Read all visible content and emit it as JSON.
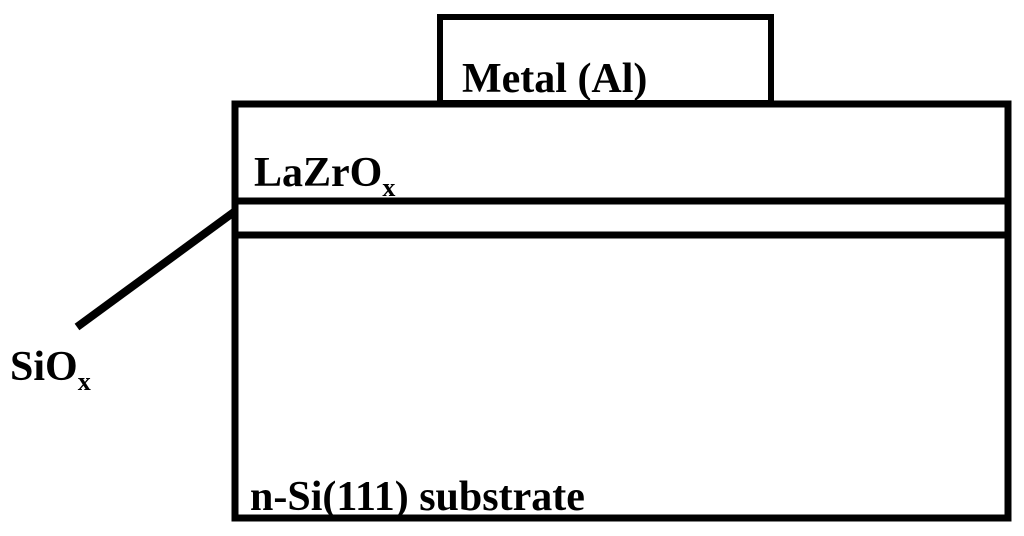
{
  "labels": {
    "metal": "Metal (Al)",
    "lazro_main": "LaZrO",
    "lazro_sub": "x",
    "siox_main": "SiO",
    "siox_sub": "x",
    "substrate": "n-Si(111) substrate"
  },
  "colors": {
    "stroke": "#000000",
    "background": "#ffffff"
  }
}
